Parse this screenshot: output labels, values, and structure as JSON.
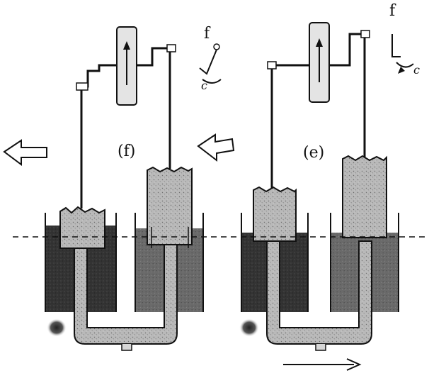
{
  "labels": {
    "left_panel": "(f)",
    "right_panel": "(e)",
    "left_f": "f",
    "left_c": "c",
    "right_f": "f",
    "right_c": "c"
  },
  "colors": {
    "ink": "#111111",
    "dark_liquid": "#2b2b2b",
    "mid_liquid": "#6a6a6a",
    "piston_fill": "#b4b4b4",
    "tube_fill": "#d6d6d6",
    "wheel_fill": "#e4e4e4"
  },
  "icons": {
    "arrow_left": "arrow-left-outline-icon",
    "arrow_right": "arrow-left-outline-icon",
    "motion_arrow": "arrow-right-icon"
  }
}
